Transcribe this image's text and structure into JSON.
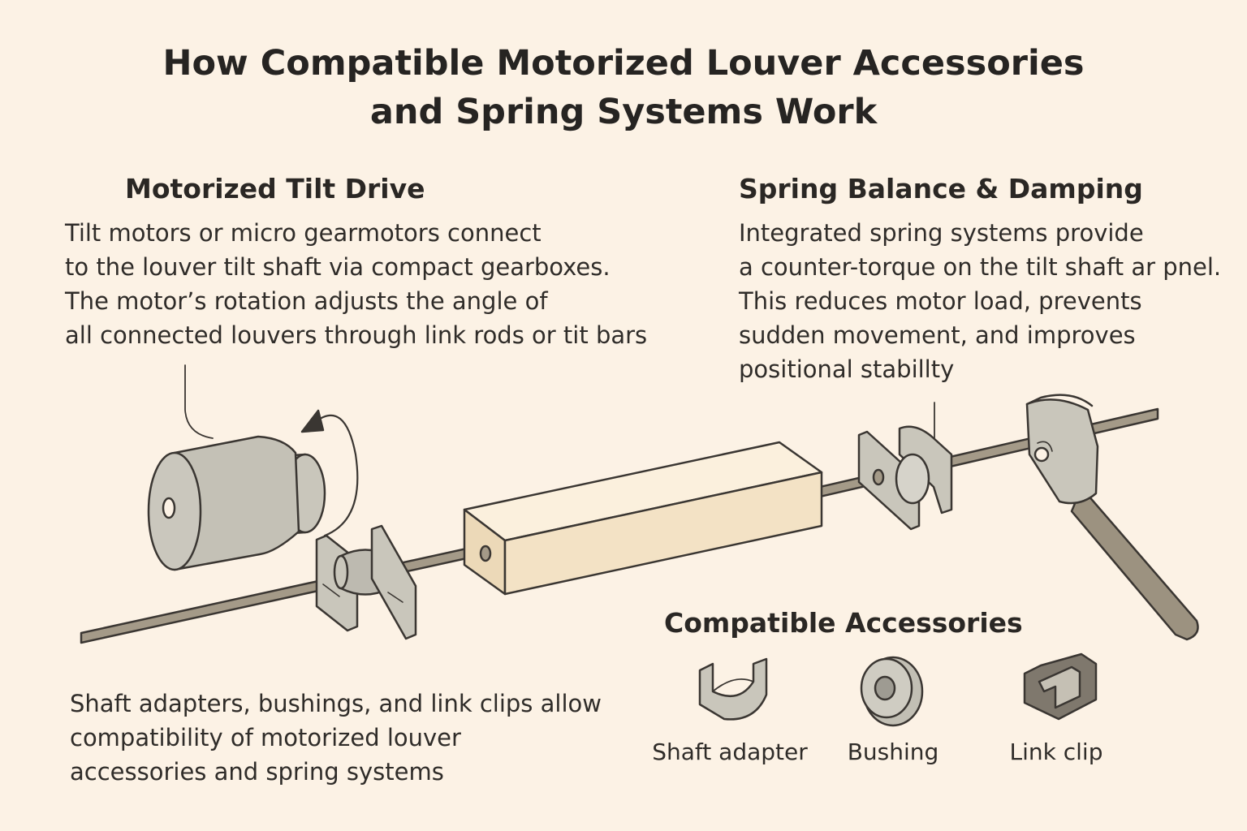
{
  "title": {
    "line1": "How Compatible Motorized Louver Accessories",
    "line2": "and Spring Systems Work"
  },
  "motor_section": {
    "heading": "Motorized Tilt Drive",
    "lines": [
      "Tilt motors or micro gearmotors connect",
      "to the louver tilt shaft via compact gearboxes.",
      "The motor’s rotation adjusts the angle of",
      "all connected louvers through link rods or tit bars"
    ]
  },
  "spring_section": {
    "heading": "Spring Balance & Damping",
    "lines": [
      "Integrated spring systems provide",
      "a counter-torque on the tilt shaft ar pnel.",
      "This reduces motor load, prevents",
      "sudden movement, and improves",
      "positional stabillty"
    ]
  },
  "compat_note": {
    "lines": [
      "Shaft adapters, bushings, and link clips allow",
      "compatibility of motorized louver",
      "accessories and spring systems"
    ]
  },
  "accessories": {
    "heading": "Compatible Accessories",
    "items": [
      {
        "label": "Shaft adapter",
        "icon": "shaft-adapter-icon"
      },
      {
        "label": "Bushing",
        "icon": "bushing-icon"
      },
      {
        "label": "Link clip",
        "icon": "link-clip-icon"
      }
    ]
  },
  "colors": {
    "background": "#fcf2e5",
    "metal": "#c9c6bb",
    "rod": "#a49a88",
    "louver": "#f3e2c5",
    "outline": "#3a3632"
  }
}
